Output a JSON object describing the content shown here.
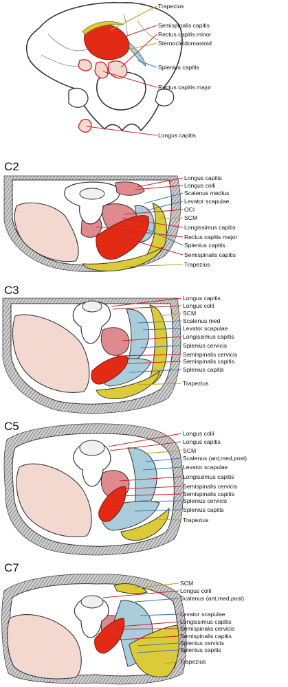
{
  "colors": {
    "red": "#e32a14",
    "pink": "#de8a8f",
    "light_pink": "#f3d8d0",
    "blue": "#a9cddb",
    "yellow": "#dccb38",
    "white": "#ffffff",
    "line_red": "#c7282a",
    "line_yellow": "#b8a020",
    "line_blue": "#3d7ab8",
    "line_black": "#222222"
  },
  "panels": [
    {
      "id": "skull",
      "section": "",
      "labels": [
        {
          "text": "Trapezius",
          "color": "line_yellow"
        },
        {
          "text": "Semispinalis capitis",
          "color": "line_red"
        },
        {
          "text": "Rectus capitis minor",
          "color": "line_red"
        },
        {
          "text": "Sternocleidomastoid",
          "color": "line_yellow"
        },
        {
          "text": "Splenius capitis",
          "color": "line_blue"
        },
        {
          "text": "Rectus capitis major",
          "color": "line_red"
        },
        {
          "text": "Longus capitis",
          "color": "line_red"
        }
      ]
    },
    {
      "id": "c2",
      "section": "C2",
      "labels": [
        {
          "text": "Longus capitis",
          "color": "line_red"
        },
        {
          "text": "Longus colli",
          "color": "line_red"
        },
        {
          "text": "Scalenus medius",
          "color": "line_blue"
        },
        {
          "text": "Levator scapulae",
          "color": "line_blue"
        },
        {
          "text": "OCI",
          "color": "line_red"
        },
        {
          "text": "SCM",
          "color": "line_yellow"
        },
        {
          "text": "Longissimus capitis",
          "color": "line_red"
        },
        {
          "text": "Rectus capitis major",
          "color": "line_red"
        },
        {
          "text": "Splenius capitis",
          "color": "line_blue"
        },
        {
          "text": "Semispinalis capitis",
          "color": "line_red"
        },
        {
          "text": "Trapezius",
          "color": "line_yellow"
        }
      ]
    },
    {
      "id": "c3",
      "section": "C3",
      "labels": [
        {
          "text": "Longus capitis",
          "color": "line_red"
        },
        {
          "text": "Longus colli",
          "color": "line_red"
        },
        {
          "text": "SCM",
          "color": "line_yellow"
        },
        {
          "text": "Scalenus med",
          "color": "line_blue"
        },
        {
          "text": "Levator scapulae",
          "color": "line_blue"
        },
        {
          "text": "Longissimus capitis",
          "color": "line_red"
        },
        {
          "text": "Splenius cervicis",
          "color": "line_blue"
        },
        {
          "text": "Semispinalis cervicis",
          "color": "line_red"
        },
        {
          "text": "Semispinalis capitis",
          "color": "line_red"
        },
        {
          "text": "Splenius capitis",
          "color": "line_blue"
        },
        {
          "text": "Trapezius",
          "color": "line_yellow"
        }
      ]
    },
    {
      "id": "c5",
      "section": "C5",
      "labels": [
        {
          "text": "Longus colli",
          "color": "line_red"
        },
        {
          "text": "Longus capitis",
          "color": "line_red"
        },
        {
          "text": "SCM",
          "color": "line_yellow"
        },
        {
          "text": "Scalenus (ant,med,post)",
          "color": "line_blue"
        },
        {
          "text": "Levator scapulae",
          "color": "line_blue"
        },
        {
          "text": "Longissimus capitis",
          "color": "line_red"
        },
        {
          "text": "Semispinalis cervicis",
          "color": "line_red"
        },
        {
          "text": "Semispinalis capitis",
          "color": "line_red"
        },
        {
          "text": "Splenius cervicis",
          "color": "line_blue"
        },
        {
          "text": "Splenius capitis",
          "color": "line_blue"
        },
        {
          "text": "Trapezius",
          "color": "line_yellow"
        }
      ]
    },
    {
      "id": "c7",
      "section": "C7",
      "labels": [
        {
          "text": "SCM",
          "color": "line_yellow"
        },
        {
          "text": "Longus colli",
          "color": "line_red"
        },
        {
          "text": "Scalenus (ant,med,post)",
          "color": "line_blue"
        },
        {
          "text": "Levator  scapulae",
          "color": "line_blue"
        },
        {
          "text": "Longissimus capitis",
          "color": "line_red"
        },
        {
          "text": "Semispinalis cervicis",
          "color": "line_red"
        },
        {
          "text": "Semispinalis capitis",
          "color": "line_red"
        },
        {
          "text": "Splenius cervicis",
          "color": "line_blue"
        },
        {
          "text": "Splenius capitis",
          "color": "line_blue"
        },
        {
          "text": "Trapezius",
          "color": "line_yellow"
        }
      ]
    }
  ]
}
